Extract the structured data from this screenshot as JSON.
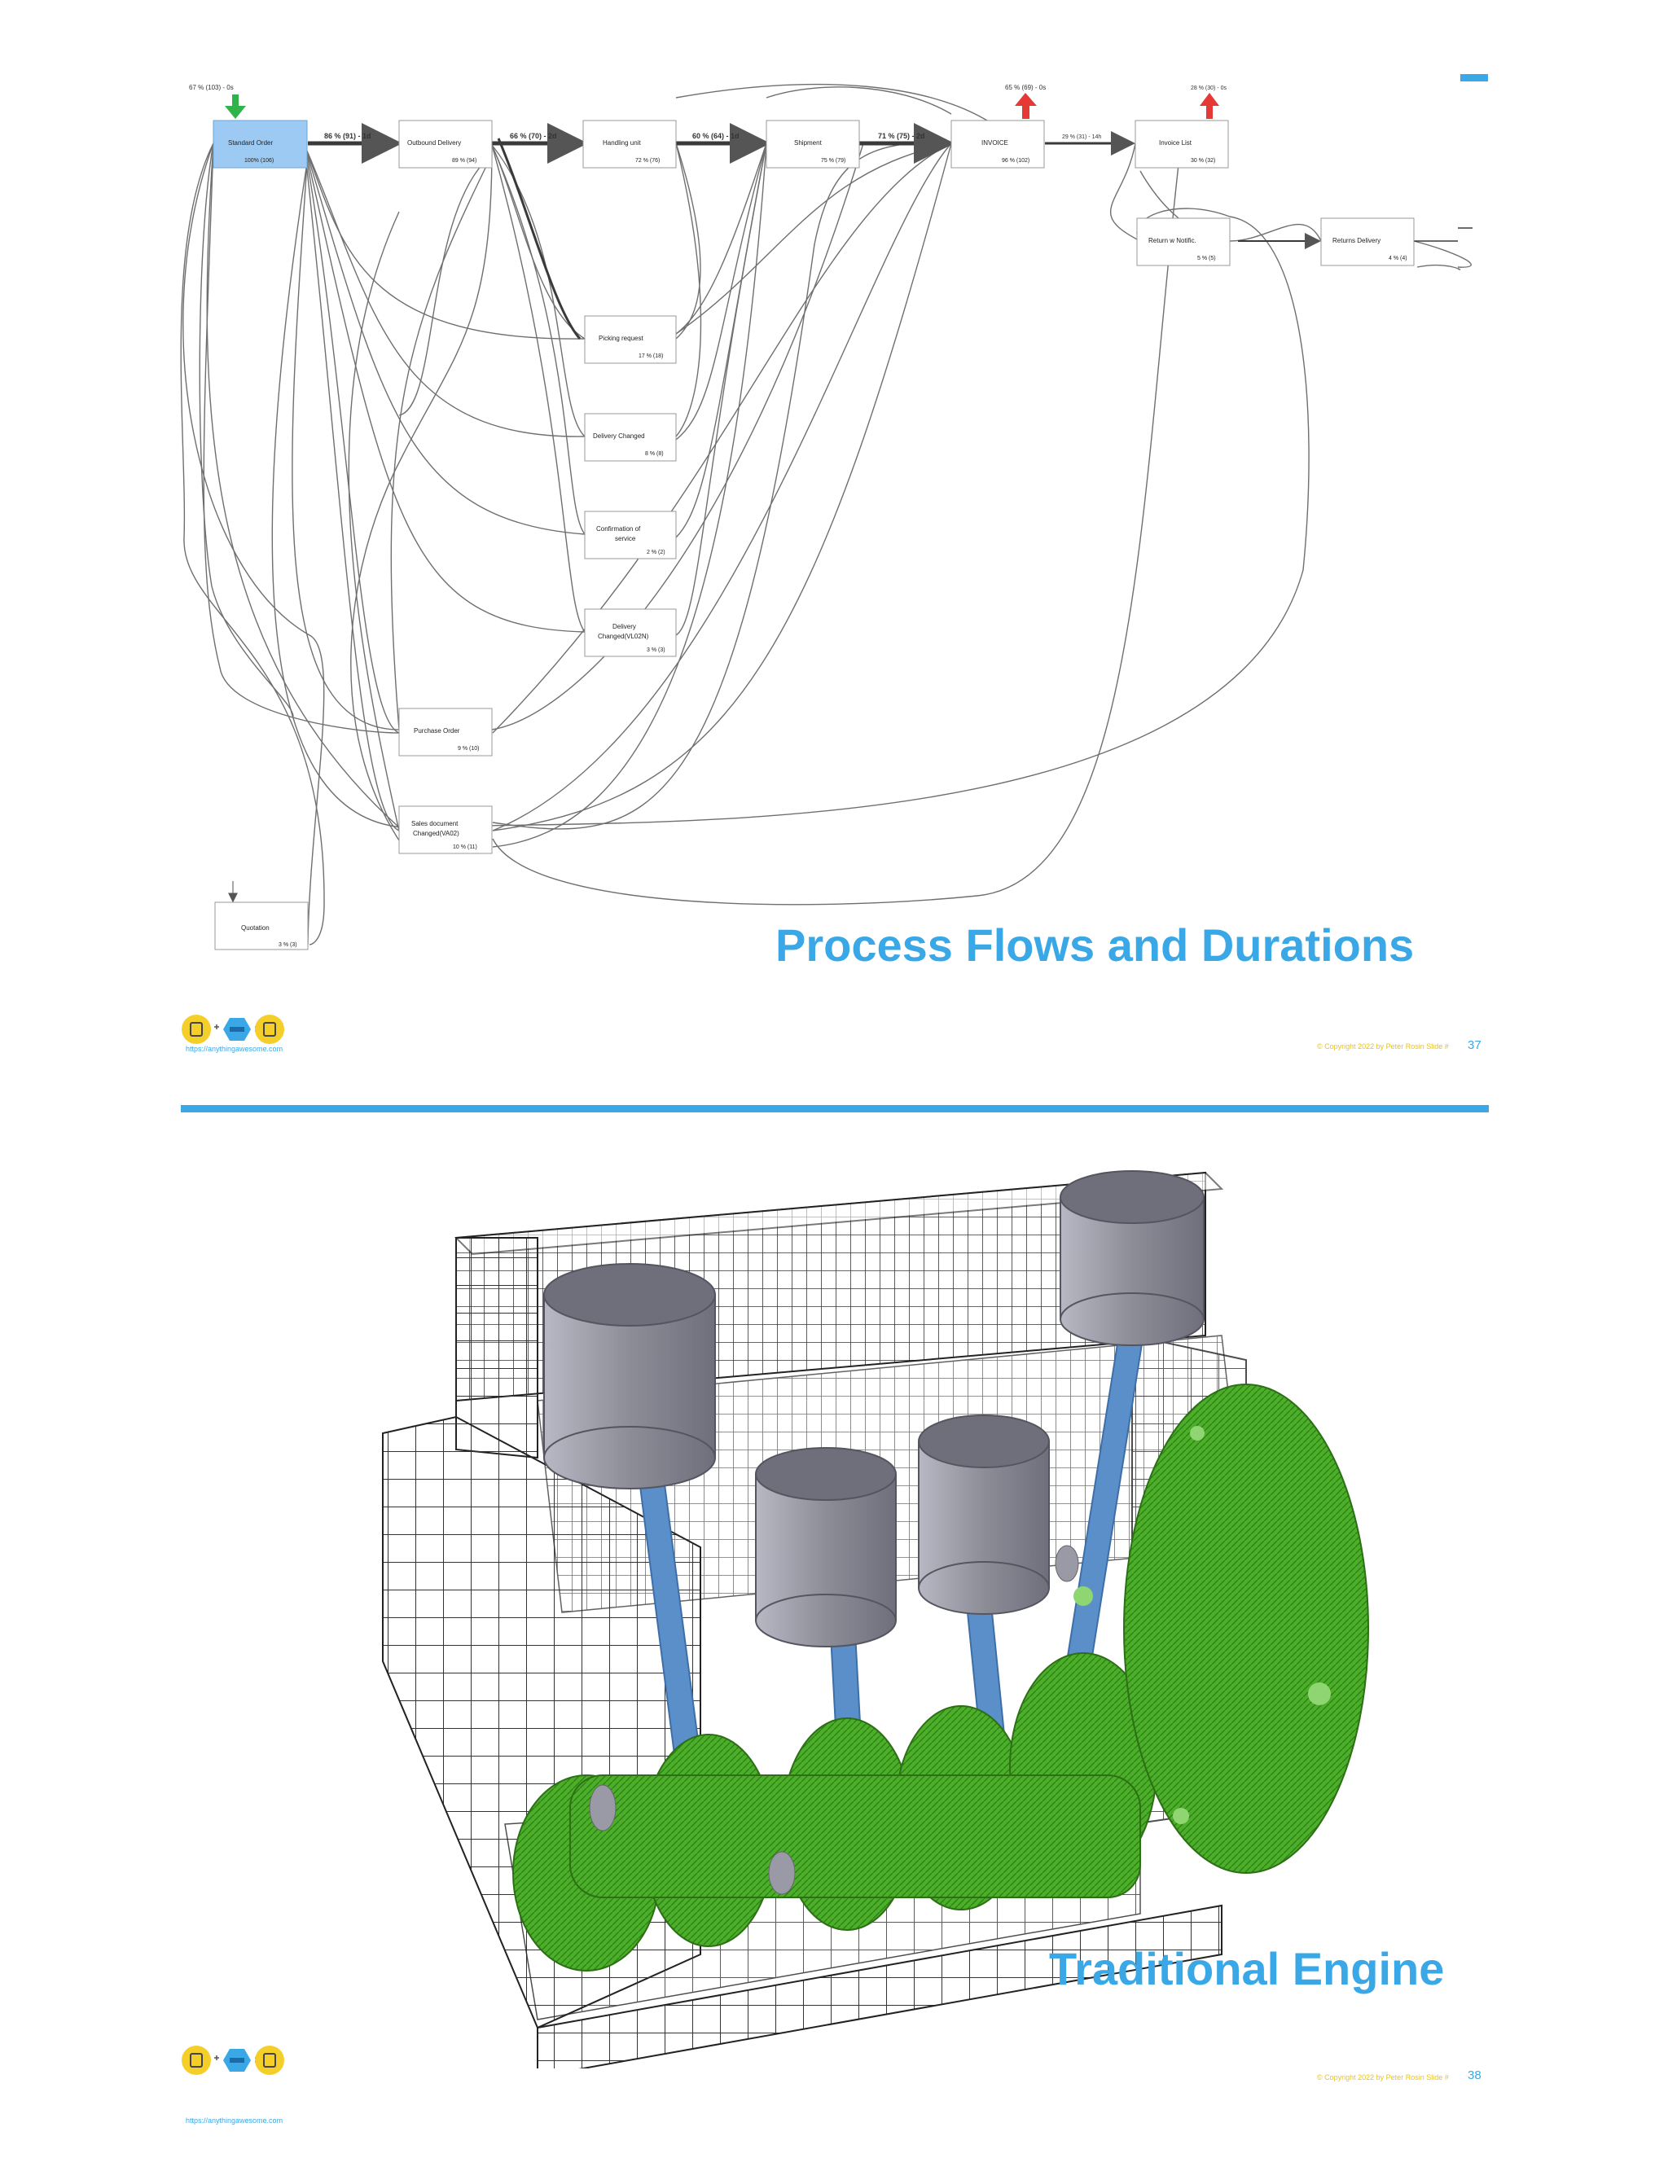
{
  "slide1": {
    "title": "Process Flows and Durations",
    "footer_url": "https://anythingawesome.com",
    "footer_copyright": "© Copyright    2022    by Peter Rosin    Slide #",
    "page_number": "37",
    "diagram": {
      "start_label": "67 % (103) - 0s",
      "invoice_marker_label": "65 % (69) - 0s",
      "invoice_list_marker_label": "28 % (30) - 0s",
      "nodes": {
        "standard_order": {
          "name": "Standard Order",
          "stat": "100% (106)"
        },
        "outbound_delivery": {
          "name": "Outbound Delivery",
          "stat": "89 % (94)"
        },
        "handling_unit": {
          "name": "Handling unit",
          "stat": "72 % (76)"
        },
        "shipment": {
          "name": "Shipment",
          "stat": "75 % (79)"
        },
        "invoice": {
          "name": "INVOICE",
          "stat": "96 % (102)"
        },
        "invoice_list": {
          "name": "Invoice List",
          "stat": "30 % (32)"
        },
        "return_notific": {
          "name": "Return w Notific.",
          "stat": "5 % (5)"
        },
        "returns_delivery": {
          "name": "Returns Delivery",
          "stat": "4 % (4)"
        },
        "picking_request": {
          "name": "Picking request",
          "stat": "17 % (18)"
        },
        "delivery_changed": {
          "name": "Delivery Changed",
          "stat": "8 % (8)"
        },
        "confirmation_service": {
          "name_line1": "Confirmation of",
          "name_line2": "service",
          "stat": "2 % (2)"
        },
        "delivery_changed_vl02n": {
          "name_line1": "Delivery",
          "name_line2": "Changed(VL02N)",
          "stat": "3 % (3)"
        },
        "purchase_order": {
          "name": "Purchase Order",
          "stat": "9 % (10)"
        },
        "sales_document_changed": {
          "name_line1": "Sales document",
          "name_line2": "Changed(VA02)",
          "stat": "10 % (11)"
        },
        "quotation": {
          "name": "Quotation",
          "stat": "3 % (3)"
        }
      },
      "edge_labels": {
        "so_od": "86 % (91) - 1d",
        "od_hu": "66 % (70) - 2d",
        "hu_sh": "60 % (64) - 1d",
        "sh_inv": "71 % (75) - 2d",
        "inv_il": "29 % (31) - 14h"
      }
    }
  },
  "slide2": {
    "title": "Traditional Engine",
    "footer_url": "https://anythingawesome.com",
    "footer_copyright": "© Copyright    2022    by Peter Rosin    Slide #",
    "page_number": "38"
  },
  "colors": {
    "accent": "#3aa8e6",
    "footer_gold": "#e9c21c",
    "engine_green": "#4caf2a",
    "piston_gray": "#9a9aa6",
    "rod_blue": "#5b8fc9",
    "start_arrow": "#2fb34a",
    "end_arrow": "#e53935",
    "selected_node": "#9ccaf3"
  }
}
